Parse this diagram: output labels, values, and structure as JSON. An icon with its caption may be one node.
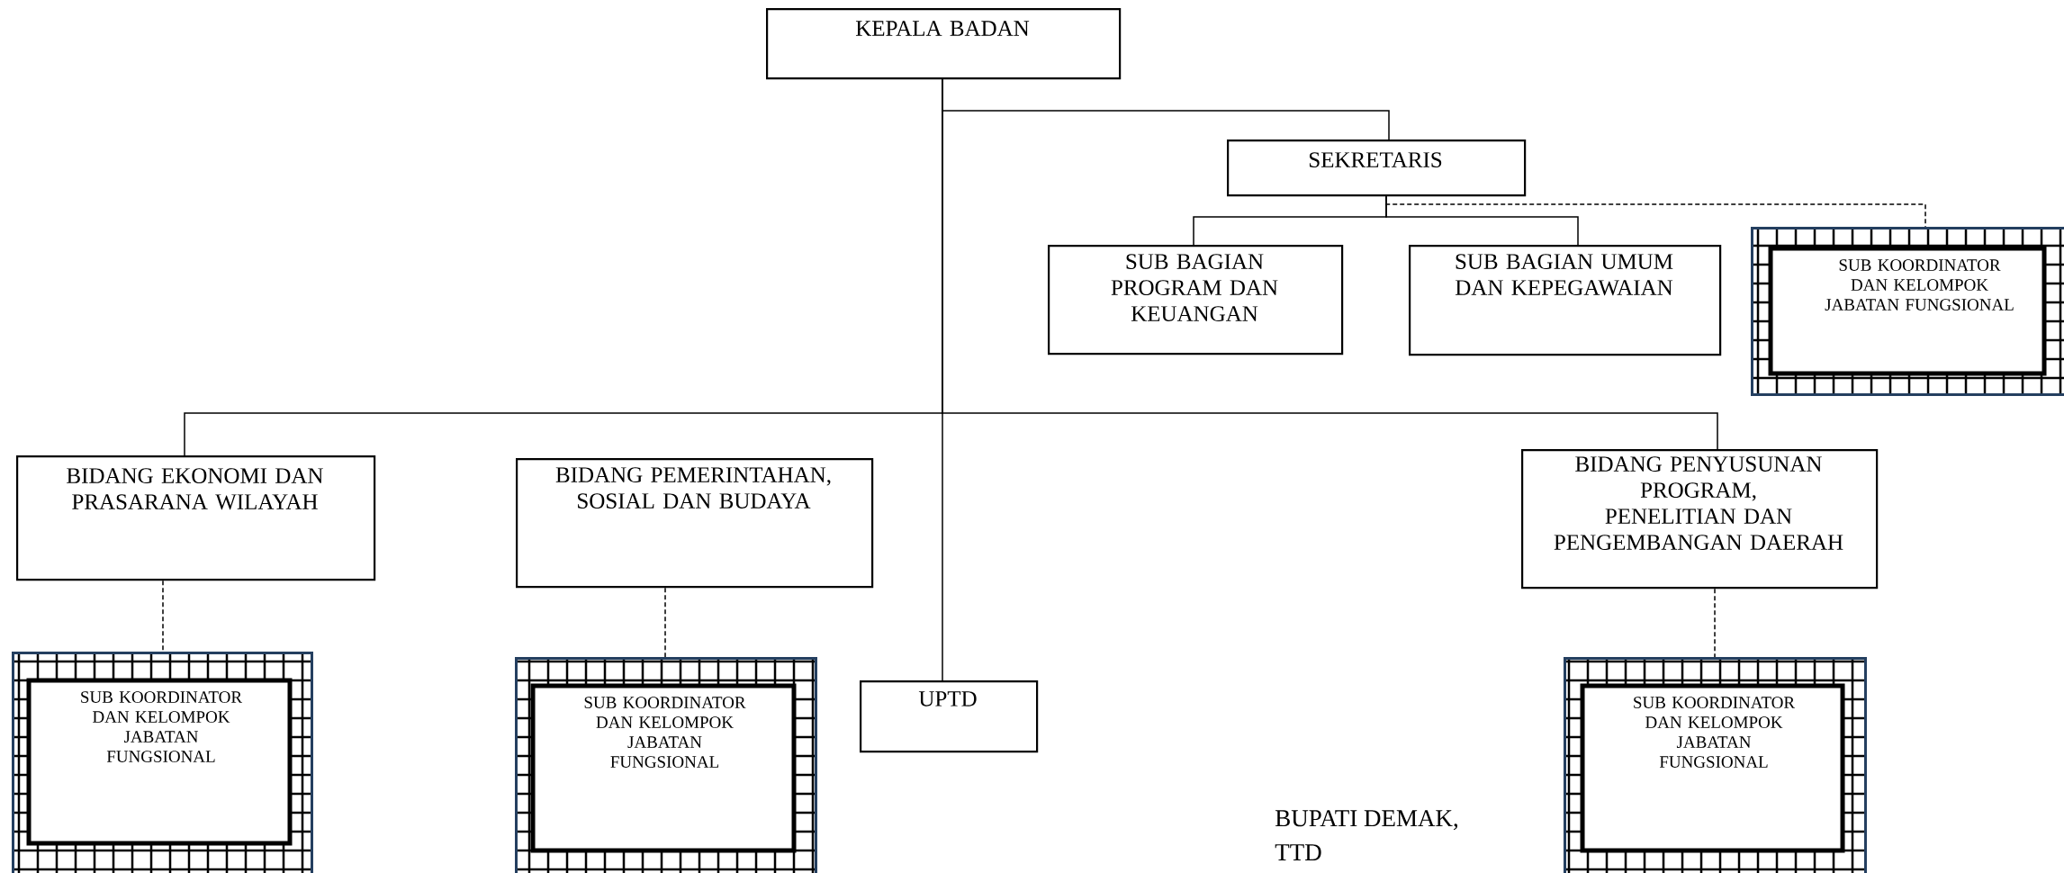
{
  "diagram": {
    "nodes": [
      {
        "text": [
          "KEPALA BADAN"
        ]
      },
      {
        "text": [
          "SEKRETARIS"
        ]
      },
      {
        "text": [
          "SUB BAGIAN PROGRAM DAN KEUANGAN"
        ]
      },
      {
        "text": [
          "SUB BAGIAN UMUM DAN KEPEGAWAIAN"
        ]
      },
      {
        "text": [
          "SUB KOORDINATOR DAN KELOMPOK JABATAN FUNGSIONAL"
        ]
      },
      {
        "text": [
          "BIDANG EKONOMI DAN PRASARANA WILAYAH"
        ]
      },
      {
        "text": [
          "BIDANG PEMERINTAHAN, SOSIAL DAN BUDAYA"
        ]
      },
      {
        "text": [
          "BIDANG PENYUSUNAN PROGRAM, PENELITIAN DAN PENGEMBANGAN DAERAH"
        ]
      },
      {
        "text": [
          "SUB KOORDINATOR DAN KELOMPOK JABATAN FUNGSIONAL"
        ]
      },
      {
        "text": [
          "SUB KOORDINATOR DAN KELOMPOK JABATAN FUNGSIONAL"
        ]
      },
      {
        "text": [
          "UPTD"
        ]
      },
      {
        "text": [
          "SUB KOORDINATOR DAN KELOMPOK JABATAN FUNGSIONAL"
        ]
      }
    ],
    "edges": [
      {
        "from": 0,
        "to": 1,
        "arrow": "none"
      },
      {
        "from": 1,
        "to": 2,
        "arrow": "none"
      },
      {
        "from": 1,
        "to": 3,
        "arrow": "none"
      },
      {
        "from": 1,
        "to": 4,
        "arrow": "none",
        "style": "dashed"
      },
      {
        "from": 0,
        "to": 5,
        "arrow": "none"
      },
      {
        "from": 0,
        "to": 7,
        "arrow": "none"
      },
      {
        "from": 0,
        "to": 10,
        "arrow": "none"
      },
      {
        "from": 5,
        "to": 8,
        "arrow": "none",
        "style": "dashed"
      },
      {
        "from": 6,
        "to": 9,
        "arrow": "none",
        "style": "dashed"
      },
      {
        "from": 7,
        "to": 11,
        "arrow": "none",
        "style": "dashed"
      }
    ],
    "labels": [
      "BUPATI DEMAK,",
      "TTD"
    ]
  }
}
